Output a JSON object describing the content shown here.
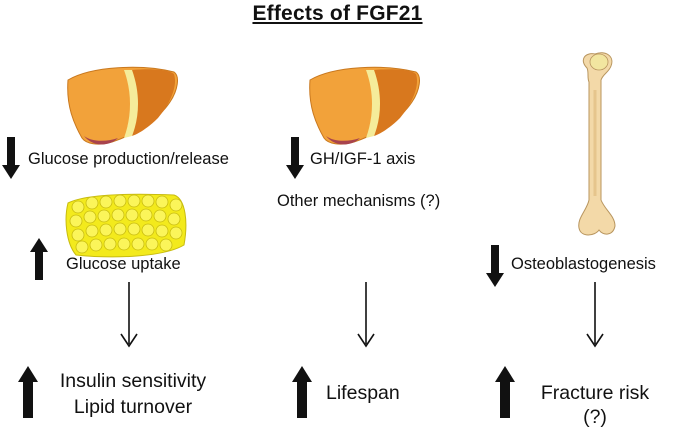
{
  "title": "Effects of FGF21",
  "columns": {
    "liver_adipose": {
      "effect_1": "Glucose production/release",
      "effect_1_direction": "down",
      "effect_2": "Glucose uptake",
      "effect_2_direction": "up",
      "outcome_line_1": "Insulin sensitivity",
      "outcome_line_2": "Lipid turnover",
      "outcome_direction": "up"
    },
    "liver": {
      "effect_1": "GH/IGF-1 axis",
      "effect_1_direction": "down",
      "effect_2": "Other mechanisms (?)",
      "outcome": "Lifespan",
      "outcome_direction": "up"
    },
    "bone": {
      "effect_1": "Osteoblastogenesis",
      "effect_1_direction": "down",
      "outcome_line_1": "Fracture risk",
      "outcome_line_2": "(?)",
      "outcome_direction": "up"
    }
  },
  "icons": [
    "liver-icon",
    "adipose-tissue-icon",
    "femur-bone-icon",
    "thick-up-arrow-icon",
    "thick-down-arrow-icon",
    "thin-down-arrow-icon"
  ],
  "colors": {
    "liver_orange": "#f2a23a",
    "liver_dark": "#d8781e",
    "liver_band": "#f5ec9a",
    "fat_yellow": "#f3ea1c",
    "bone": "#f3d9a8",
    "arrow": "#111111"
  }
}
